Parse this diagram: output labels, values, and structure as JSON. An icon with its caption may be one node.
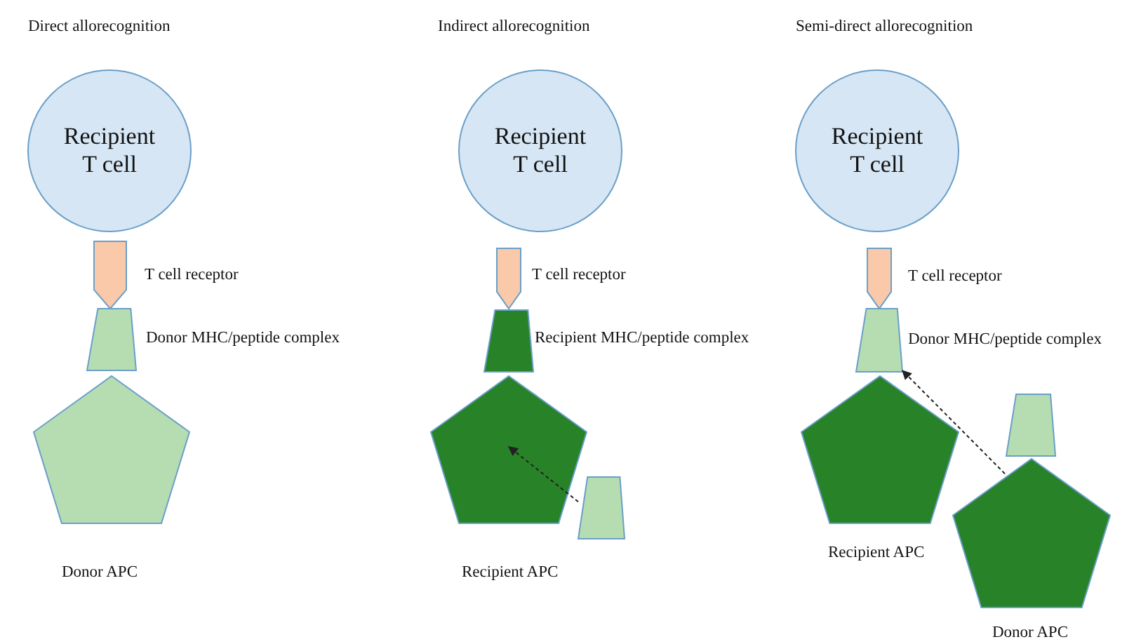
{
  "diagram": {
    "nodes": [
      {
        "text": [
          "Recipient T cell"
        ]
      },
      {
        "text": [],
        "shape": "receptor",
        "beside": [
          "T cell receptor"
        ]
      },
      {
        "text": [],
        "shape": "trapezoid",
        "beside": [
          "Donor MHC/peptide complex"
        ]
      },
      {
        "text": [],
        "shape": "pentagon",
        "beside": [
          "Donor APC"
        ]
      },
      {
        "text": [
          "Recipient T cell"
        ]
      },
      {
        "text": [],
        "shape": "receptor",
        "beside": [
          "T cell receptor"
        ]
      },
      {
        "text": [],
        "shape": "trapezoid",
        "beside": [
          "Recipient MHC/peptide complex"
        ]
      },
      {
        "text": [],
        "shape": "pentagon",
        "beside": [
          "Recipient APC"
        ]
      },
      {
        "text": [],
        "shape": "trapezoid"
      },
      {
        "text": [
          "Recipient T cell"
        ]
      },
      {
        "text": [],
        "shape": "receptor",
        "beside": [
          "T cell receptor"
        ]
      },
      {
        "text": [],
        "shape": "trapezoid",
        "beside": [
          "Donor MHC/peptide complex"
        ]
      },
      {
        "text": [],
        "shape": "pentagon",
        "beside": [
          "Recipient APC"
        ]
      },
      {
        "text": [],
        "shape": "trapezoid"
      },
      {
        "text": [],
        "shape": "pentagon",
        "beside": [
          "Donor APC"
        ]
      }
    ],
    "edges": [
      {
        "from": 8,
        "to": 7,
        "arrow": "to",
        "style": "dashed"
      },
      {
        "from": 14,
        "to": 11,
        "arrow": "to",
        "style": "dashed"
      }
    ],
    "labels": [
      "Direct allorecognition",
      "Indirect allorecognition",
      "Semi-direct allorecognition"
    ]
  }
}
